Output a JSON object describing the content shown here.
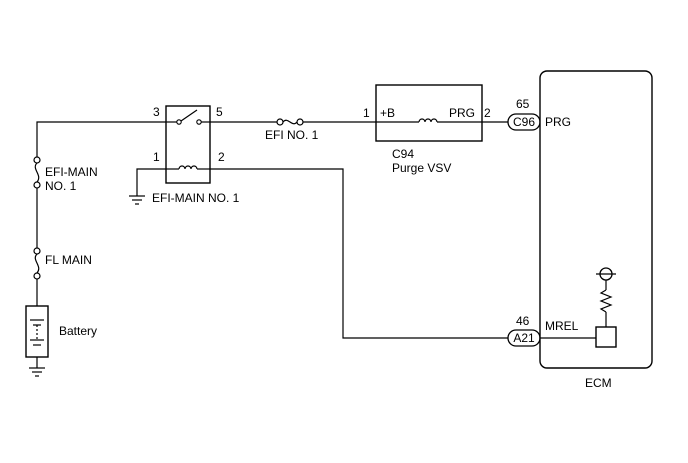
{
  "pins": {
    "relay_3": "3",
    "relay_5": "5",
    "relay_1": "1",
    "relay_2": "2",
    "vsv_1": "1",
    "vsv_2": "2",
    "ecm_65": "65",
    "ecm_46": "46"
  },
  "labels": {
    "relay_name": "EFI-MAIN NO. 1",
    "fuse_efi_no1": "EFI NO. 1",
    "fuse_efi_main_line1": "EFI-MAIN",
    "fuse_efi_main_line2": "NO. 1",
    "fuse_fl_main": "FL MAIN",
    "battery": "Battery",
    "vsv_plus_b": "+B",
    "vsv_prg": "PRG",
    "vsv_code": "C94",
    "vsv_name": "Purge VSV",
    "ecm_prg": "PRG",
    "ecm_mrel": "MREL",
    "ecm": "ECM"
  },
  "connectors": {
    "c96": "C96",
    "a21": "A21"
  }
}
